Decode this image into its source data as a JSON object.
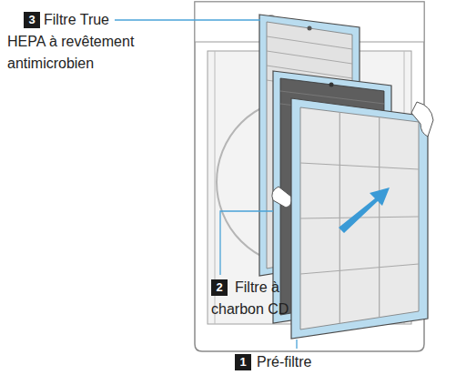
{
  "diagram": {
    "labels": [
      "3",
      "Filtre True HEPA à revêtement antimicrobien",
      "2",
      "Filtre à charbon CD",
      "1",
      "Pré-filtre"
    ]
  }
}
